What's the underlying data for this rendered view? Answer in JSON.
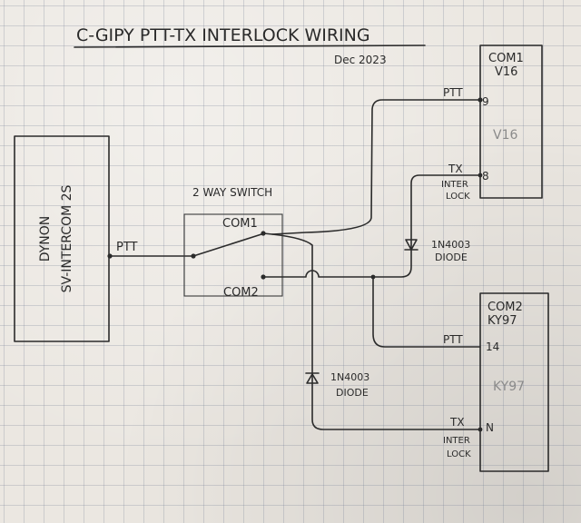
{
  "title": "C-GIPY  PTT-TX INTERLOCK WIRING",
  "date": "Dec 2023",
  "intercom": {
    "line1": "DYNON",
    "line2": "SV-INTERCOM 2S",
    "ptt_label": "PTT"
  },
  "switch": {
    "label": "2 WAY SWITCH",
    "pos1": "COM1",
    "pos2": "COM2"
  },
  "radio1": {
    "title_line1": "COM1",
    "title_line2": "V16",
    "model": "V16",
    "ptt_label": "PTT",
    "ptt_pin": "9",
    "tx_label": "TX",
    "interlock_line1": "INTER",
    "interlock_line2": "LOCK",
    "tx_pin": "8"
  },
  "radio2": {
    "title_line1": "COM2",
    "title_line2": "KY97",
    "model": "KY97",
    "ptt_label": "PTT",
    "ptt_pin": "14",
    "tx_label": "TX",
    "interlock_line1": "INTER",
    "interlock_line2": "LOCK",
    "tx_pin": "N"
  },
  "diode1": {
    "line1": "1N4003",
    "line2": "DIODE"
  },
  "diode2": {
    "line1": "1N4003",
    "line2": "DIODE"
  },
  "colors": {
    "ink": "#2b2b2b",
    "paper": "#ebe7e1",
    "grid": "#7882967a",
    "faint": "#8a8a8a"
  }
}
